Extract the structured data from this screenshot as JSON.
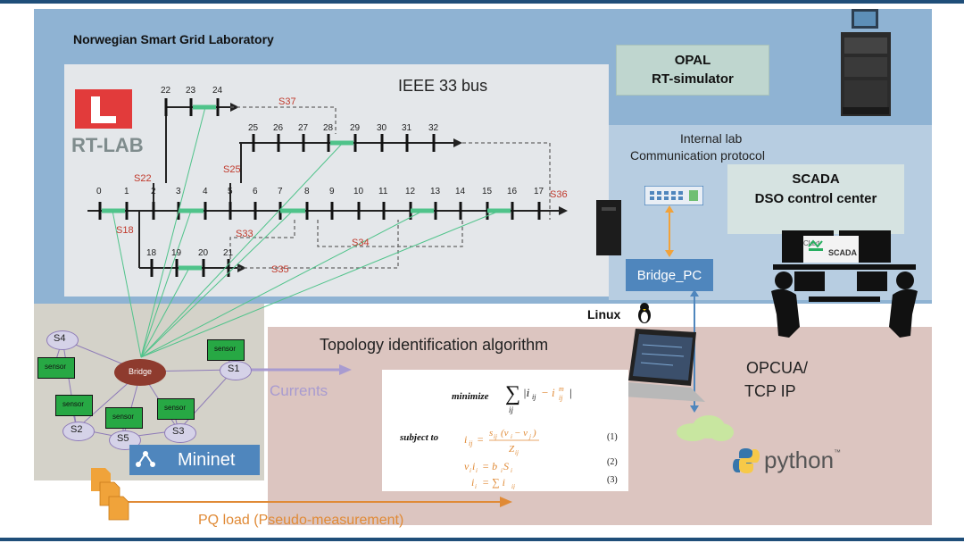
{
  "lab_title": "Norwegian Smart Grid Laboratory",
  "ieee_title": "IEEE 33 bus",
  "rtlab_label": "RT-LAB",
  "opal_line1": "OPAL",
  "opal_line2": "RT-simulator",
  "internal_line1": "Internal lab",
  "internal_line2": "Communication protocol",
  "scada_line1": "SCADA",
  "scada_line2": "DSO control center",
  "scada_logo_small": "Claxt",
  "scada_logo": "SCADA",
  "bridge_pc": "Bridge_PC",
  "linux": "Linux",
  "algo_title": "Topology identification algorithm",
  "opcua_line1": "OPCUA/",
  "opcua_line2": "TCP IP",
  "currents": "Currents",
  "python": "python",
  "python_tm": "™",
  "mininet": "Mininet",
  "pq_load": "PQ load (Pseudo-measurement)",
  "bus_numbers": [
    "0",
    "1",
    "2",
    "3",
    "4",
    "5",
    "6",
    "7",
    "8",
    "9",
    "10",
    "11",
    "12",
    "13",
    "14",
    "15",
    "16",
    "17",
    "18",
    "19",
    "20",
    "21",
    "22",
    "23",
    "24",
    "25",
    "26",
    "27",
    "28",
    "29",
    "30",
    "31",
    "32"
  ],
  "switches": [
    "S37",
    "S22",
    "S25",
    "S33",
    "S34",
    "S35",
    "S18",
    "S36"
  ],
  "mininet_nodes": {
    "s1": "S1",
    "s2": "S2",
    "s3": "S3",
    "s4": "S4",
    "s5": "S5",
    "bridge": "Bridge",
    "sensor": "sensor"
  },
  "equation": {
    "minimize_kw": "minimize",
    "subject_kw": "subject to",
    "num1": "(1)",
    "num2": "(2)",
    "num3": "(3)"
  },
  "colors": {
    "lab_bg": "#8fb3d3",
    "switch_red": "#c0392b",
    "green_link": "#4fc38a",
    "orange": "#e08a36",
    "purple": "#a89bd0",
    "bridge_blue": "#4f86bd"
  }
}
